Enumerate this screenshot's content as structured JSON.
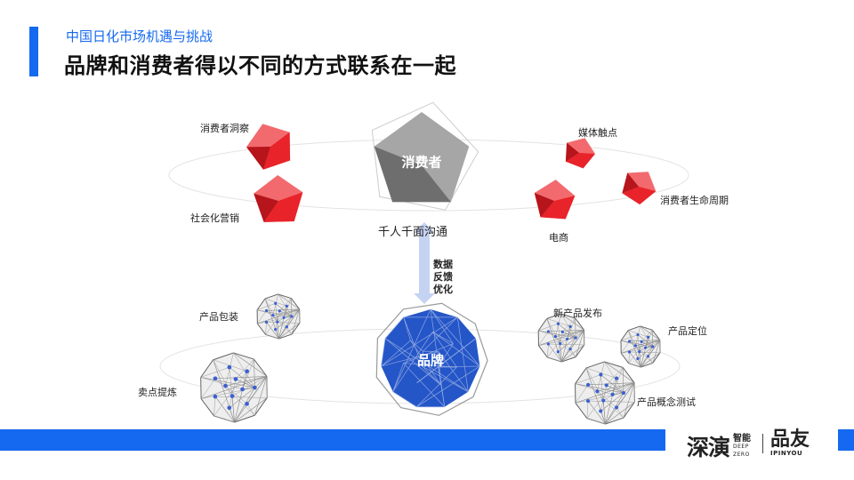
{
  "header": {
    "subtitle": "中国日化市场机遇与挑战",
    "title": "品牌和消费者得以不同的方式联系在一起"
  },
  "top_group": {
    "center_label": "消费者",
    "bottom_caption": "千人千面沟通",
    "items": [
      {
        "label": "消费者洞察"
      },
      {
        "label": "社会化营销"
      },
      {
        "label": "媒体触点"
      },
      {
        "label": "消费者生命周期"
      },
      {
        "label": "电商"
      }
    ]
  },
  "link": {
    "lines": [
      "数据",
      "反馈",
      "优化"
    ]
  },
  "bottom_group": {
    "center_label": "品牌",
    "items": [
      {
        "label": "产品包装"
      },
      {
        "label": "卖点提炼"
      },
      {
        "label": "新产品发布"
      },
      {
        "label": "产品定位"
      },
      {
        "label": "产品概念测试"
      }
    ]
  },
  "footer": {
    "logo_a_big": "深演",
    "logo_a_cn": "智能",
    "logo_a_en1": "DEEP",
    "logo_a_en2": "ZERO",
    "logo_b_big": "品友",
    "logo_b_en": "IPINYOU"
  },
  "colors": {
    "accent": "#1469f0",
    "red_node": "#e8232a",
    "gray_node": "#8c8c8c",
    "brand_blue": "#2456c8",
    "net_node": "#3a5fd0"
  }
}
